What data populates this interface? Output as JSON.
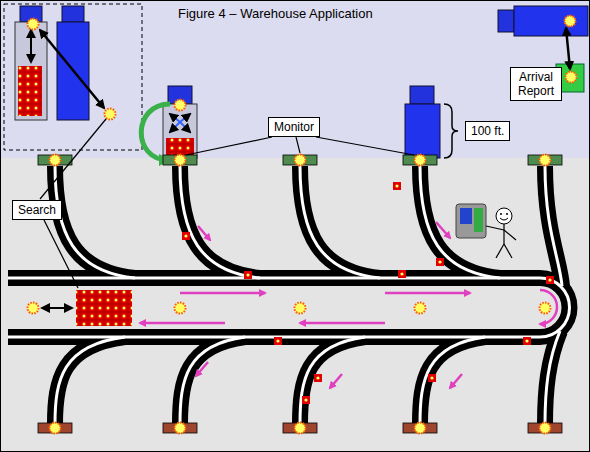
{
  "diagram": {
    "title": "Figure 4 – Warehouse Application",
    "nodes": [
      {
        "text": [
          "Search"
        ]
      },
      {
        "text": [
          "Monitor"
        ]
      },
      {
        "text": [
          "Arrival Report"
        ]
      },
      {
        "text": [
          "100 ft."
        ]
      }
    ]
  }
}
